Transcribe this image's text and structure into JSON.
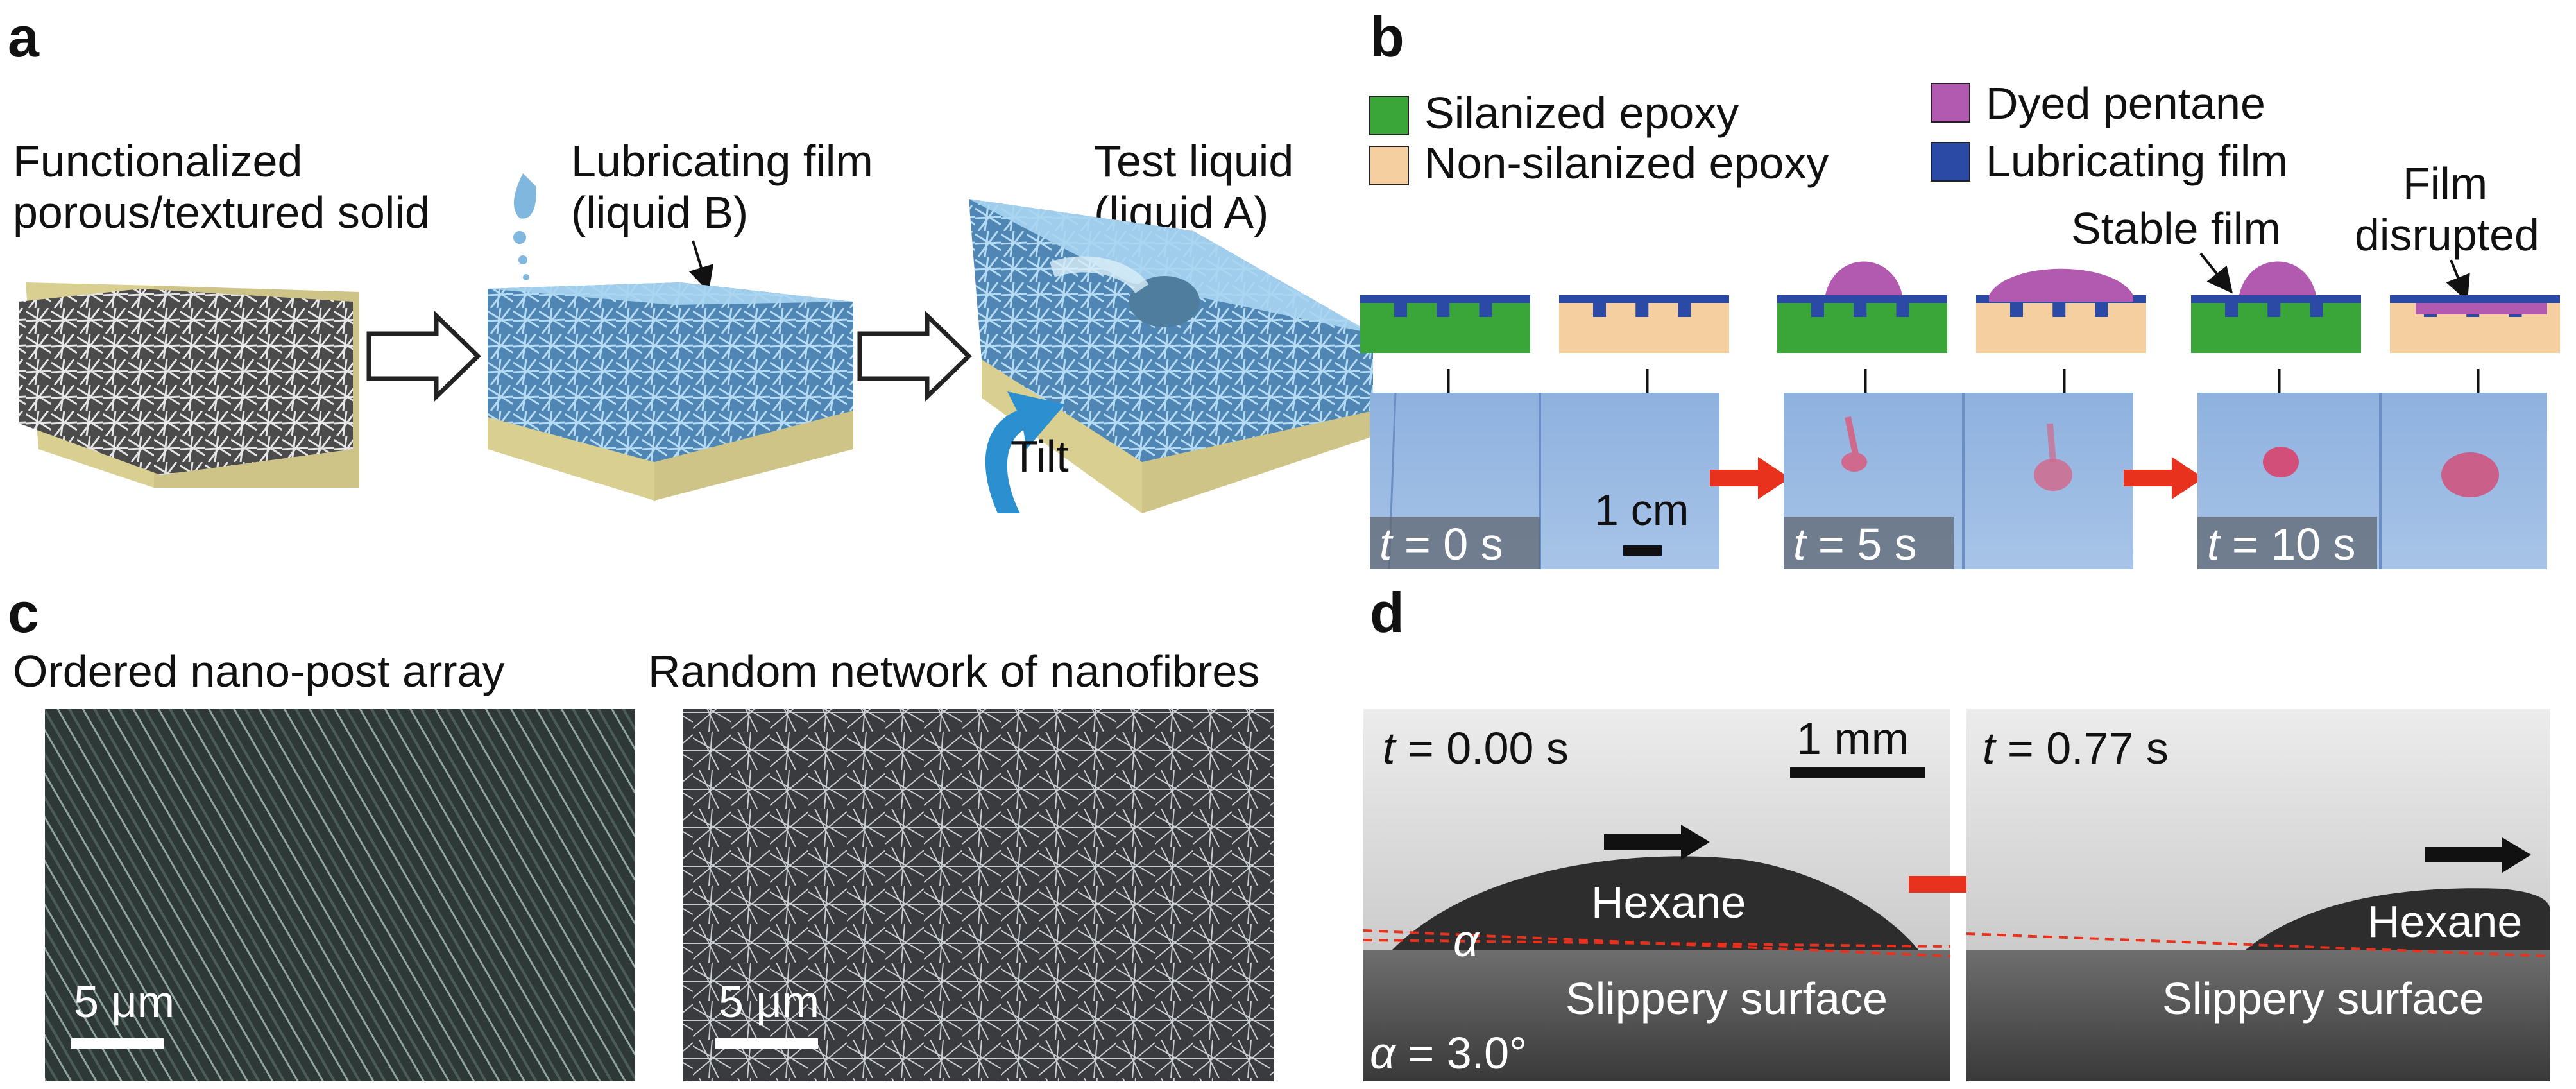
{
  "panels": {
    "a": {
      "label": "a",
      "solid_line1": "Functionalized",
      "solid_line2": "porous/textured solid",
      "film_line1": "Lubricating film",
      "film_line2": "(liquid B)",
      "test_line1": "Test liquid",
      "test_line2": "(liquid A)",
      "tilt": "Tilt"
    },
    "b": {
      "label": "b",
      "legend": [
        {
          "text": "Silanized epoxy",
          "color": "#3aa63a"
        },
        {
          "text": "Non-silanized epoxy",
          "color": "#f6cfa1"
        },
        {
          "text": "Dyed pentane",
          "color": "#b15ab0"
        },
        {
          "text": "Lubricating film",
          "color": "#2b4aa6"
        }
      ],
      "stable_film": "Stable film",
      "film_disrupted_line1": "Film",
      "film_disrupted_line2": "disrupted",
      "scale_bar": "1 cm",
      "time_var": "t",
      "times": [
        " = 0 s",
        " = 5 s",
        " = 10 s"
      ]
    },
    "c": {
      "label": "c",
      "left_title": "Ordered nano-post array",
      "right_title": "Random network of nanofibres",
      "scale_left": "5 μm",
      "scale_right": "5 μm"
    },
    "d": {
      "label": "d",
      "time_var": "t",
      "time_left": " = 0.00 s",
      "time_right": " = 0.77 s",
      "scale_bar": "1 mm",
      "hexane": "Hexane",
      "surface": "Slippery surface",
      "alpha": "α",
      "alpha_value": " = 3.0°"
    }
  },
  "colors": {
    "accent_red": "#e8321e",
    "blue_liquid": "#5fa6d8",
    "photo_blue": "#8fb0dc"
  }
}
